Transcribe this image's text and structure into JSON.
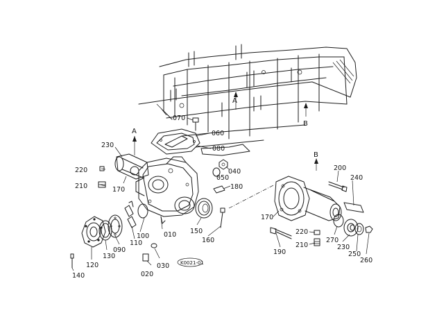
{
  "diagram": {
    "part_labels": [
      {
        "id": "p010",
        "text": "010"
      },
      {
        "id": "p020",
        "text": "020"
      },
      {
        "id": "p030",
        "text": "030"
      },
      {
        "id": "p040",
        "text": "040"
      },
      {
        "id": "p050",
        "text": "050"
      },
      {
        "id": "p060",
        "text": "060"
      },
      {
        "id": "p070",
        "text": "070"
      },
      {
        "id": "p080",
        "text": "080"
      },
      {
        "id": "p090",
        "text": "090"
      },
      {
        "id": "p100",
        "text": "100"
      },
      {
        "id": "p110",
        "text": "110"
      },
      {
        "id": "p120",
        "text": "120"
      },
      {
        "id": "p130",
        "text": "130"
      },
      {
        "id": "p140",
        "text": "140"
      },
      {
        "id": "p150",
        "text": "150"
      },
      {
        "id": "p160",
        "text": "160"
      },
      {
        "id": "p170a",
        "text": "170"
      },
      {
        "id": "p170b",
        "text": "170"
      },
      {
        "id": "p180",
        "text": "180"
      },
      {
        "id": "p190",
        "text": "190"
      },
      {
        "id": "p200",
        "text": "200"
      },
      {
        "id": "p210a",
        "text": "210"
      },
      {
        "id": "p210b",
        "text": "210"
      },
      {
        "id": "p220a",
        "text": "220"
      },
      {
        "id": "p220b",
        "text": "220"
      },
      {
        "id": "p230a",
        "text": "230"
      },
      {
        "id": "p230b",
        "text": "230"
      },
      {
        "id": "p240",
        "text": "240"
      },
      {
        "id": "p250",
        "text": "250"
      },
      {
        "id": "p260",
        "text": "260"
      },
      {
        "id": "p270",
        "text": "270"
      }
    ],
    "view_arrows": [
      {
        "id": "arrowA_frame",
        "text": "A"
      },
      {
        "id": "arrowB_frame",
        "text": "B"
      },
      {
        "id": "arrowA_housing",
        "text": "A"
      },
      {
        "id": "arrowB_axle",
        "text": "B"
      }
    ],
    "figure_code": "K0021-01"
  }
}
